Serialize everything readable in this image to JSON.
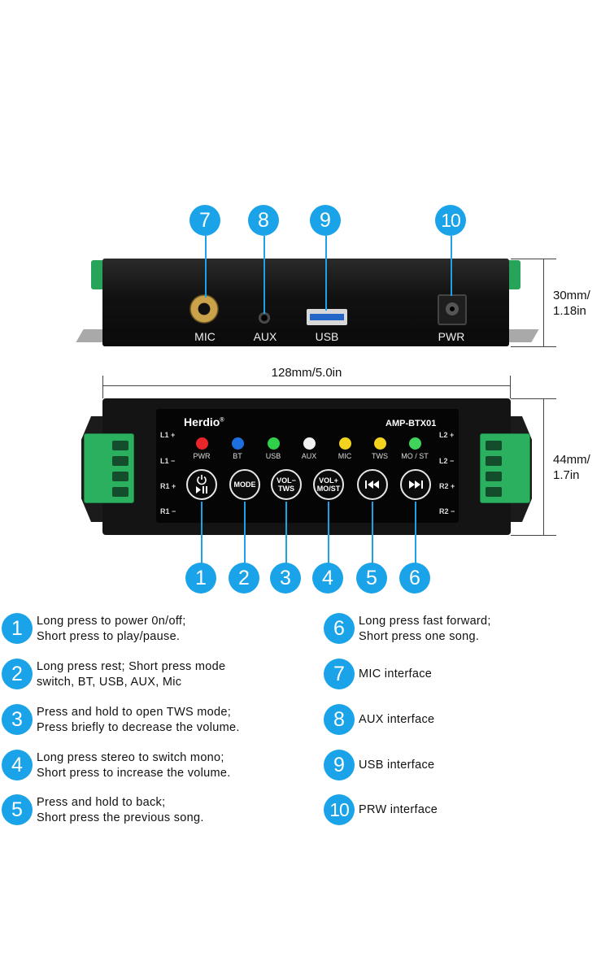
{
  "top_view": {
    "ports": [
      {
        "number": "7",
        "label": "MIC"
      },
      {
        "number": "8",
        "label": "AUX"
      },
      {
        "number": "9",
        "label": "USB"
      },
      {
        "number": "10",
        "label": "PWR"
      }
    ],
    "height_dim": [
      "30mm/",
      "1.18in"
    ]
  },
  "width_dim": "128mm/5.0in",
  "front_view": {
    "brand": "Herdio",
    "brand_mark": "®",
    "model": "AMP-BTX01",
    "left_labels": [
      "L1 +",
      "L1 −",
      "R1 +",
      "R1 −"
    ],
    "right_labels": [
      "L2 +",
      "L2 −",
      "R2 +",
      "R2 −"
    ],
    "leds": [
      {
        "label": "PWR",
        "color": "#e8252b"
      },
      {
        "label": "BT",
        "color": "#1d6fe0"
      },
      {
        "label": "USB",
        "color": "#2fd04a"
      },
      {
        "label": "AUX",
        "color": "#f2f2f2"
      },
      {
        "label": "MIC",
        "color": "#f2d41f"
      },
      {
        "label": "TWS",
        "color": "#f2d41f"
      },
      {
        "label": "MO / ST",
        "color": "#3fd45a"
      }
    ],
    "buttons": [
      {
        "number": "1",
        "icon": "power-play-pause-icon"
      },
      {
        "number": "2",
        "line1": "MODE"
      },
      {
        "number": "3",
        "line1": "VOL−",
        "line2": "TWS"
      },
      {
        "number": "4",
        "line1": "VOL+",
        "line2": "MO/ST"
      },
      {
        "number": "5",
        "icon": "previous-track-icon"
      },
      {
        "number": "6",
        "icon": "next-track-icon"
      }
    ],
    "height_dim": [
      "44mm/",
      "1.7in"
    ]
  },
  "legend": [
    {
      "number": "1",
      "lines": [
        "Long press to power 0n/off;",
        "Short press to play/pause."
      ]
    },
    {
      "number": "2",
      "lines": [
        "Long press rest; Short press mode",
        "switch, BT, USB, AUX, Mic"
      ]
    },
    {
      "number": "3",
      "lines": [
        "Press and hold to open TWS mode;",
        "Press briefly to decrease the volume."
      ]
    },
    {
      "number": "4",
      "lines": [
        "Long press stereo to switch mono;",
        "Short press to increase the volume."
      ]
    },
    {
      "number": "5",
      "lines": [
        "Press and hold to back;",
        "Short press the previous song."
      ]
    },
    {
      "number": "6",
      "lines": [
        "Long press fast forward;",
        "Short press one song."
      ]
    },
    {
      "number": "7",
      "lines": [
        "MIC interface"
      ]
    },
    {
      "number": "8",
      "lines": [
        "AUX interface"
      ]
    },
    {
      "number": "9",
      "lines": [
        "USB interface"
      ]
    },
    {
      "number": "10",
      "lines": [
        "PRW interface"
      ]
    }
  ],
  "colors": {
    "accent": "#1aa3e8",
    "terminal_green": "#2bb060"
  }
}
